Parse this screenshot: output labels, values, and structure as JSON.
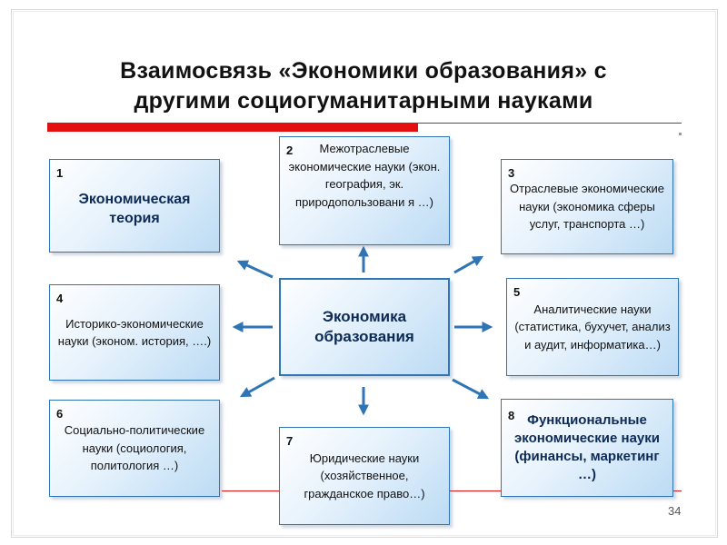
{
  "title": {
    "line1": "Взаимосвязь «Экономики образования» с",
    "line2": "другими социогуманитарными науками"
  },
  "center": {
    "label": "Экономика образования"
  },
  "boxes": [
    {
      "num": "1",
      "text": "Экономическая теория"
    },
    {
      "num": "2",
      "text": "Межотраслевые экономические науки (экон. география, эк. природопользовани я …)"
    },
    {
      "num": "3",
      "text": "Отраслевые экономические науки (экономика сферы услуг, транспорта …)"
    },
    {
      "num": "4",
      "text": "Историко-экономические науки (эконом. история, ….)"
    },
    {
      "num": "5",
      "text": "Аналитические науки (статистика, бухучет, анализ и аудит, информатика…)"
    },
    {
      "num": "6",
      "text": "Социально-политические науки (социология, политология …)"
    },
    {
      "num": "7",
      "text": "Юридические науки (хозяйственное, гражданское право…)"
    },
    {
      "num": "8",
      "text": "Функциональные экономические науки (финансы, маркетинг …)"
    }
  ],
  "page_number": "34",
  "colors": {
    "accent_red": "#e3100f",
    "box_border": "#2f74b5",
    "arrow": "#2f74b5"
  },
  "icons": [
    "arrow-icon"
  ]
}
